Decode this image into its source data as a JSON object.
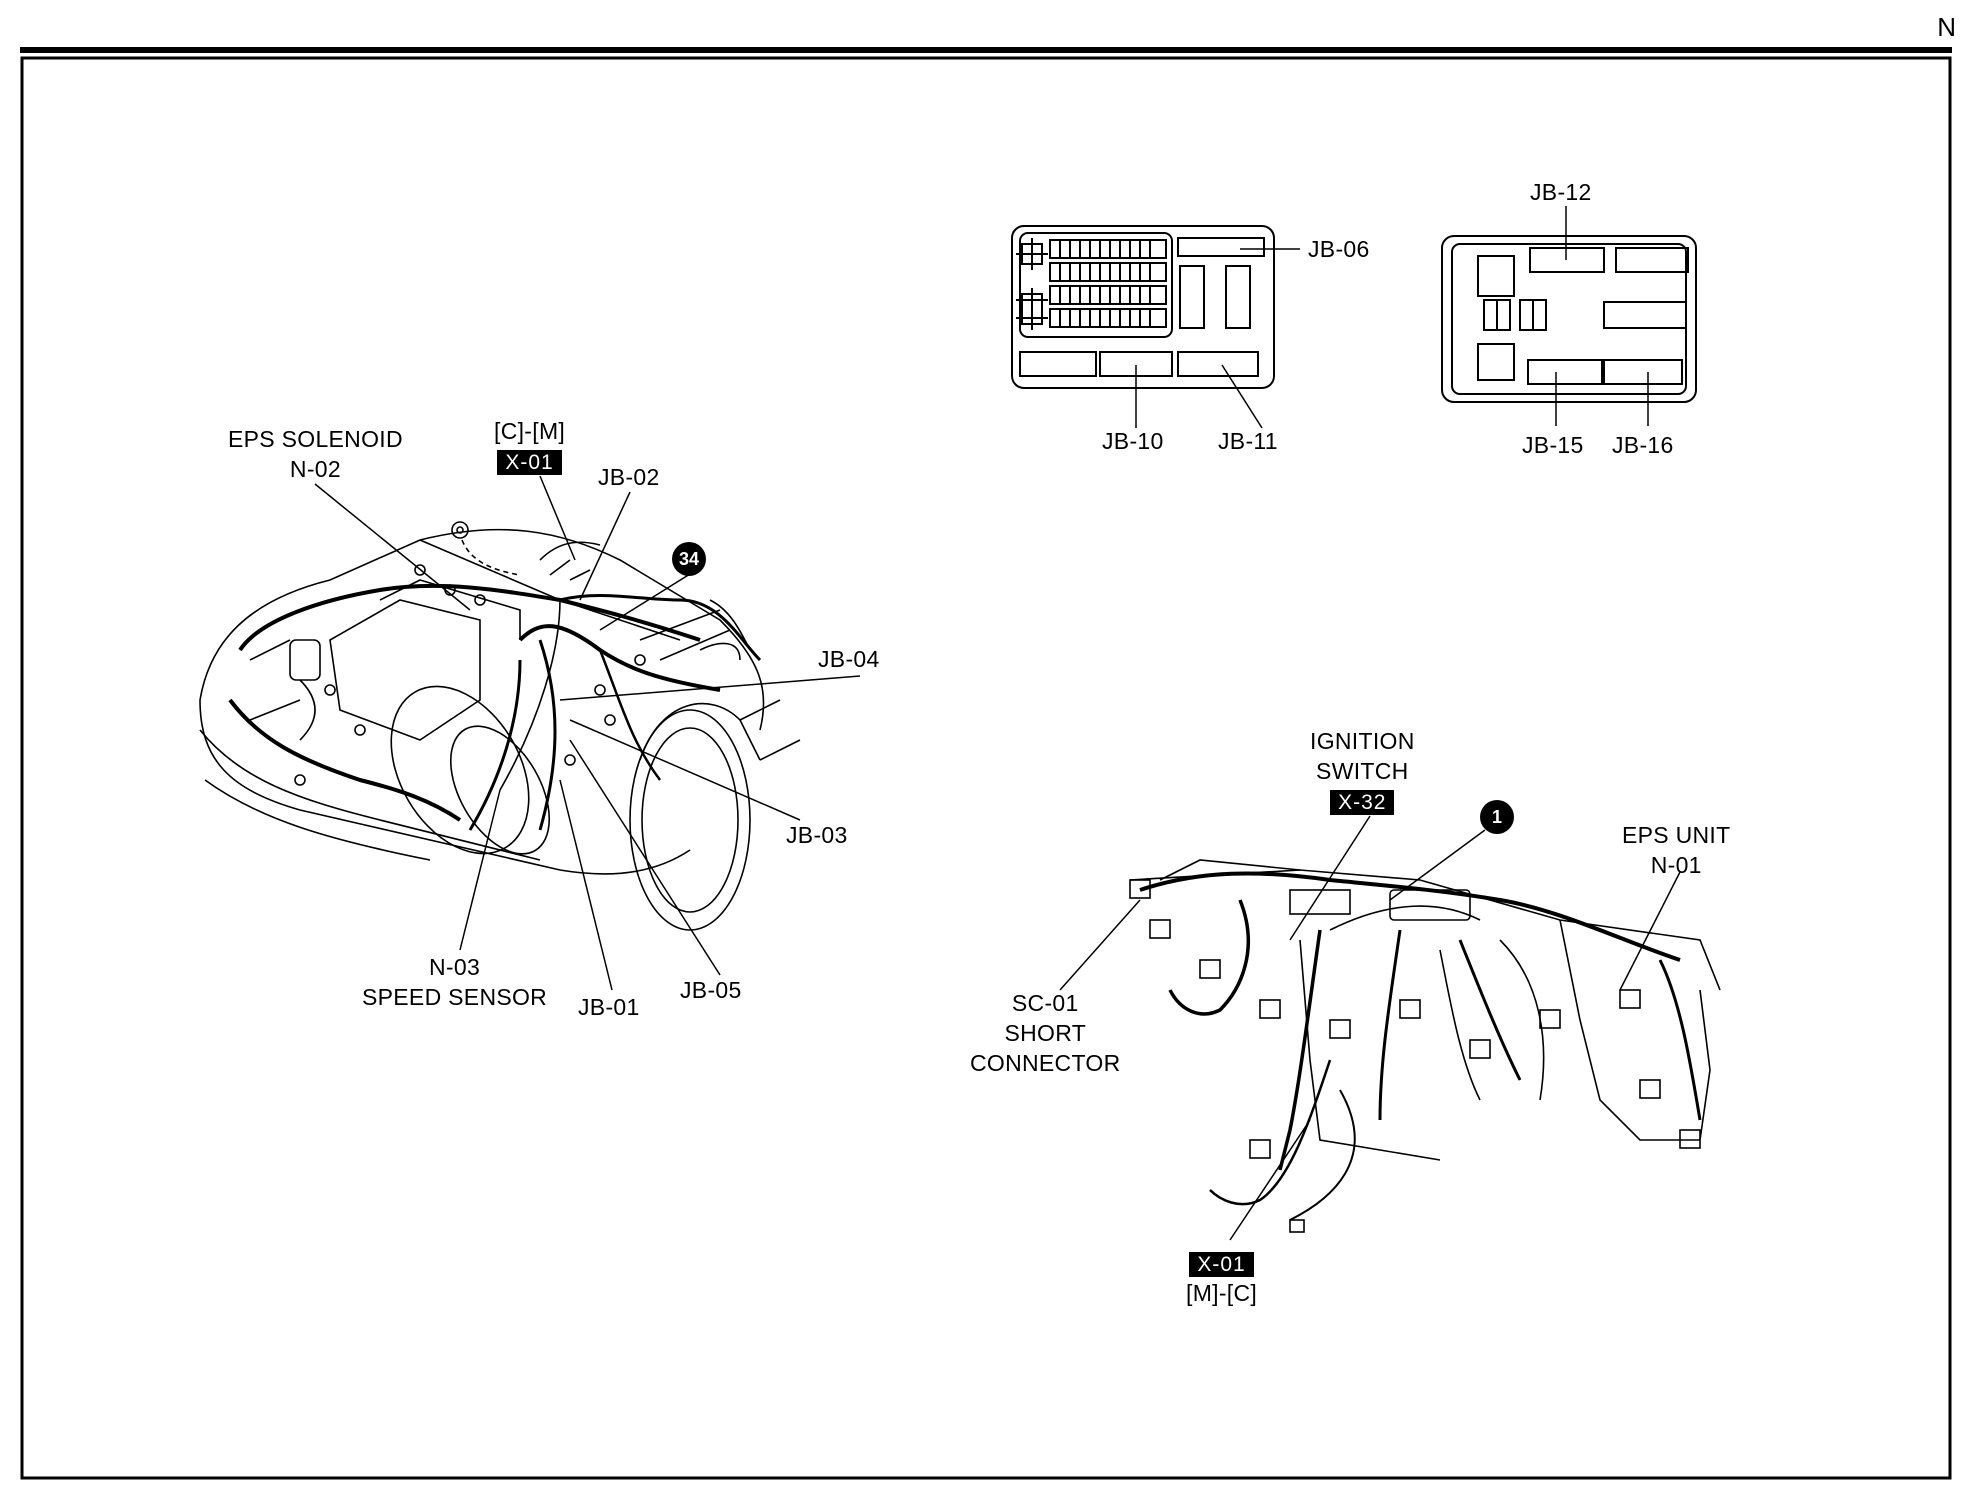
{
  "section_letter": "N",
  "engine_bay": {
    "eps_solenoid": {
      "title": "EPS SOLENOID",
      "code": "N-02"
    },
    "connector_top": {
      "path": "[C]-[M]",
      "code": "X-01"
    },
    "jb02": "JB-02",
    "jb04": "JB-04",
    "jb03": "JB-03",
    "jb05": "JB-05",
    "jb01": "JB-01",
    "speed_sensor": {
      "code": "N-03",
      "title": "SPEED SENSOR"
    },
    "ground_badge": "34"
  },
  "junction_box_left": {
    "jb06": "JB-06",
    "jb10": "JB-10",
    "jb11": "JB-11"
  },
  "junction_box_right": {
    "jb12": "JB-12",
    "jb15": "JB-15",
    "jb16": "JB-16"
  },
  "dashboard": {
    "ignition_switch": {
      "line1": "IGNITION",
      "line2": "SWITCH",
      "code": "X-32"
    },
    "eps_unit": {
      "title": "EPS UNIT",
      "code": "N-01"
    },
    "short_connector": {
      "code": "SC-01",
      "line1": "SHORT",
      "line2": "CONNECTOR"
    },
    "connector_bottom": {
      "code": "X-01",
      "path": "[M]-[C]"
    },
    "ground_badge": "1"
  }
}
